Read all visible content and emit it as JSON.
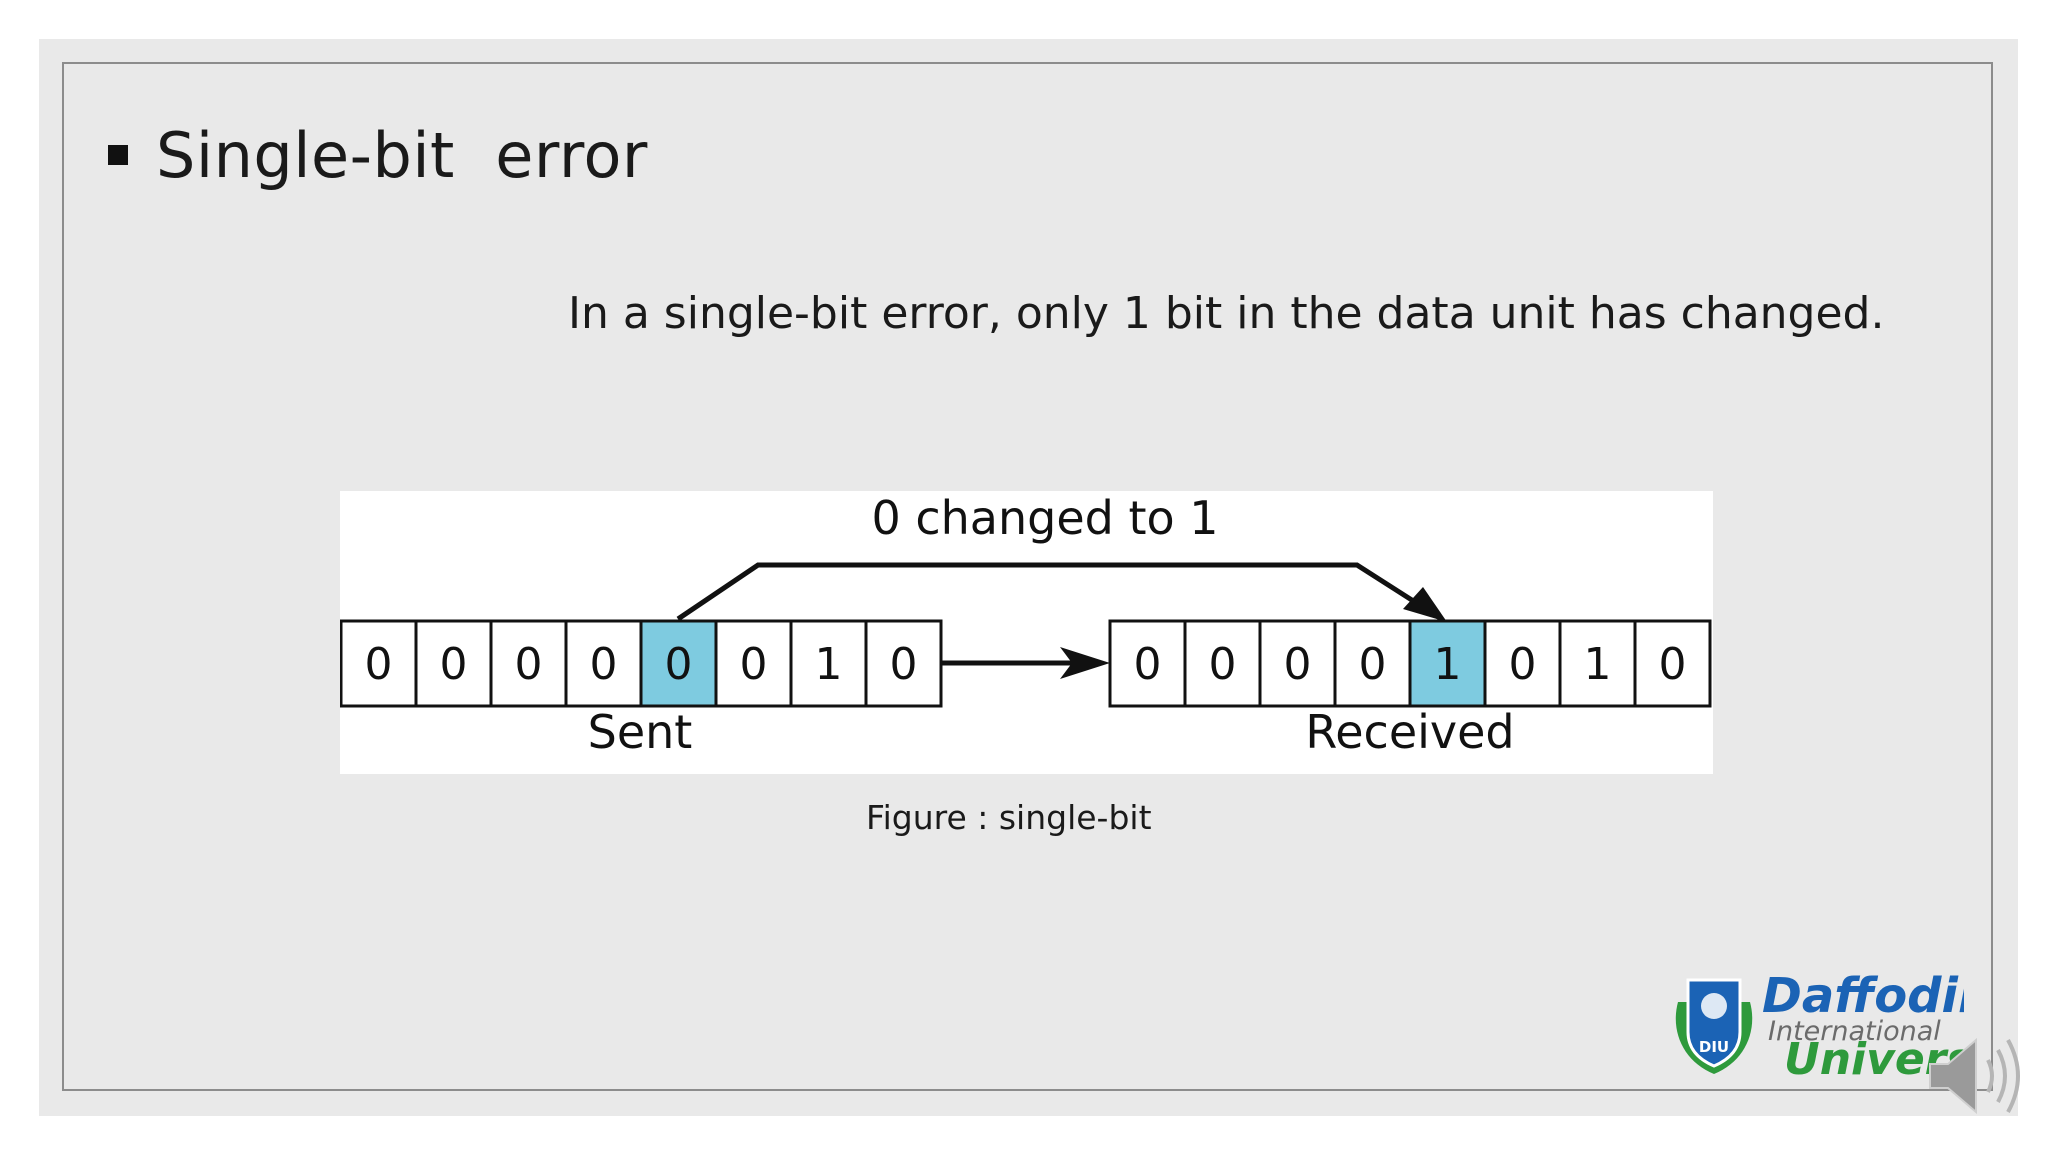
{
  "slide": {
    "title": "Single-bit  error",
    "description": "In a single-bit error, only 1 bit in the data unit has changed.",
    "caption": "Figure : single-bit"
  },
  "figure": {
    "annotation": "0 changed to 1",
    "sent": {
      "label": "Sent",
      "bits": [
        "0",
        "0",
        "0",
        "0",
        "0",
        "0",
        "1",
        "0"
      ],
      "highlight_index": 4
    },
    "received": {
      "label": "Received",
      "bits": [
        "0",
        "0",
        "0",
        "0",
        "1",
        "0",
        "1",
        "0"
      ],
      "highlight_index": 4
    },
    "highlight_color": "#7ecbe0"
  },
  "logo": {
    "name": "Daffodil",
    "subtitle": "International",
    "suffix": "University",
    "badge": "DIU",
    "brand_color": "#1b63b5",
    "accent_color": "#2e9a3c"
  },
  "audio": {
    "icon": "speaker-icon"
  }
}
